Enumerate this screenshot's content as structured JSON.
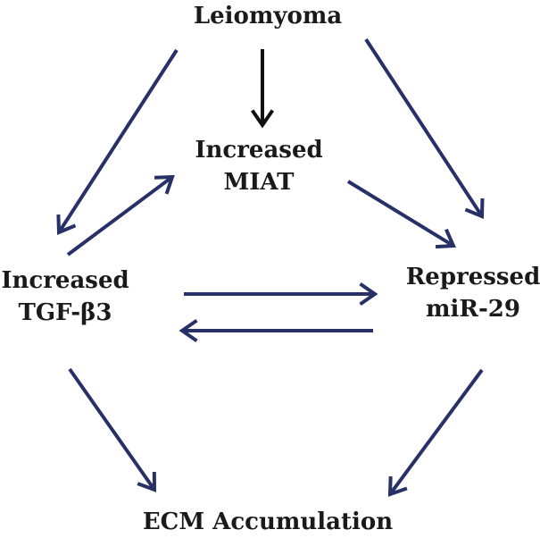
{
  "nodes": {
    "leiomyoma": "Leiomyoma",
    "miat_line1": "Increased",
    "miat_line2": "MIAT",
    "tgf_line1": "Increased",
    "tgf_line2": "TGF-β3",
    "mir_line1": "Repressed",
    "mir_line2": "miR-29",
    "ecm": "ECM Accumulation"
  },
  "colors": {
    "arrow_primary": "#283068",
    "arrow_black": "#111111",
    "text": "#1a1a1a"
  },
  "edges": [
    {
      "from": "Leiomyoma",
      "to": "Increased MIAT",
      "color": "black"
    },
    {
      "from": "Leiomyoma",
      "to": "Increased TGF-β3",
      "color": "navy"
    },
    {
      "from": "Leiomyoma",
      "to": "Repressed miR-29",
      "color": "navy"
    },
    {
      "from": "Increased TGF-β3",
      "to": "Increased MIAT",
      "color": "navy"
    },
    {
      "from": "Increased MIAT",
      "to": "Repressed miR-29",
      "color": "navy"
    },
    {
      "from": "Increased TGF-β3",
      "to": "Repressed miR-29",
      "color": "navy"
    },
    {
      "from": "Repressed miR-29",
      "to": "Increased TGF-β3",
      "color": "navy"
    },
    {
      "from": "Increased TGF-β3",
      "to": "ECM Accumulation",
      "color": "navy"
    },
    {
      "from": "Repressed miR-29",
      "to": "ECM Accumulation",
      "color": "navy"
    }
  ]
}
